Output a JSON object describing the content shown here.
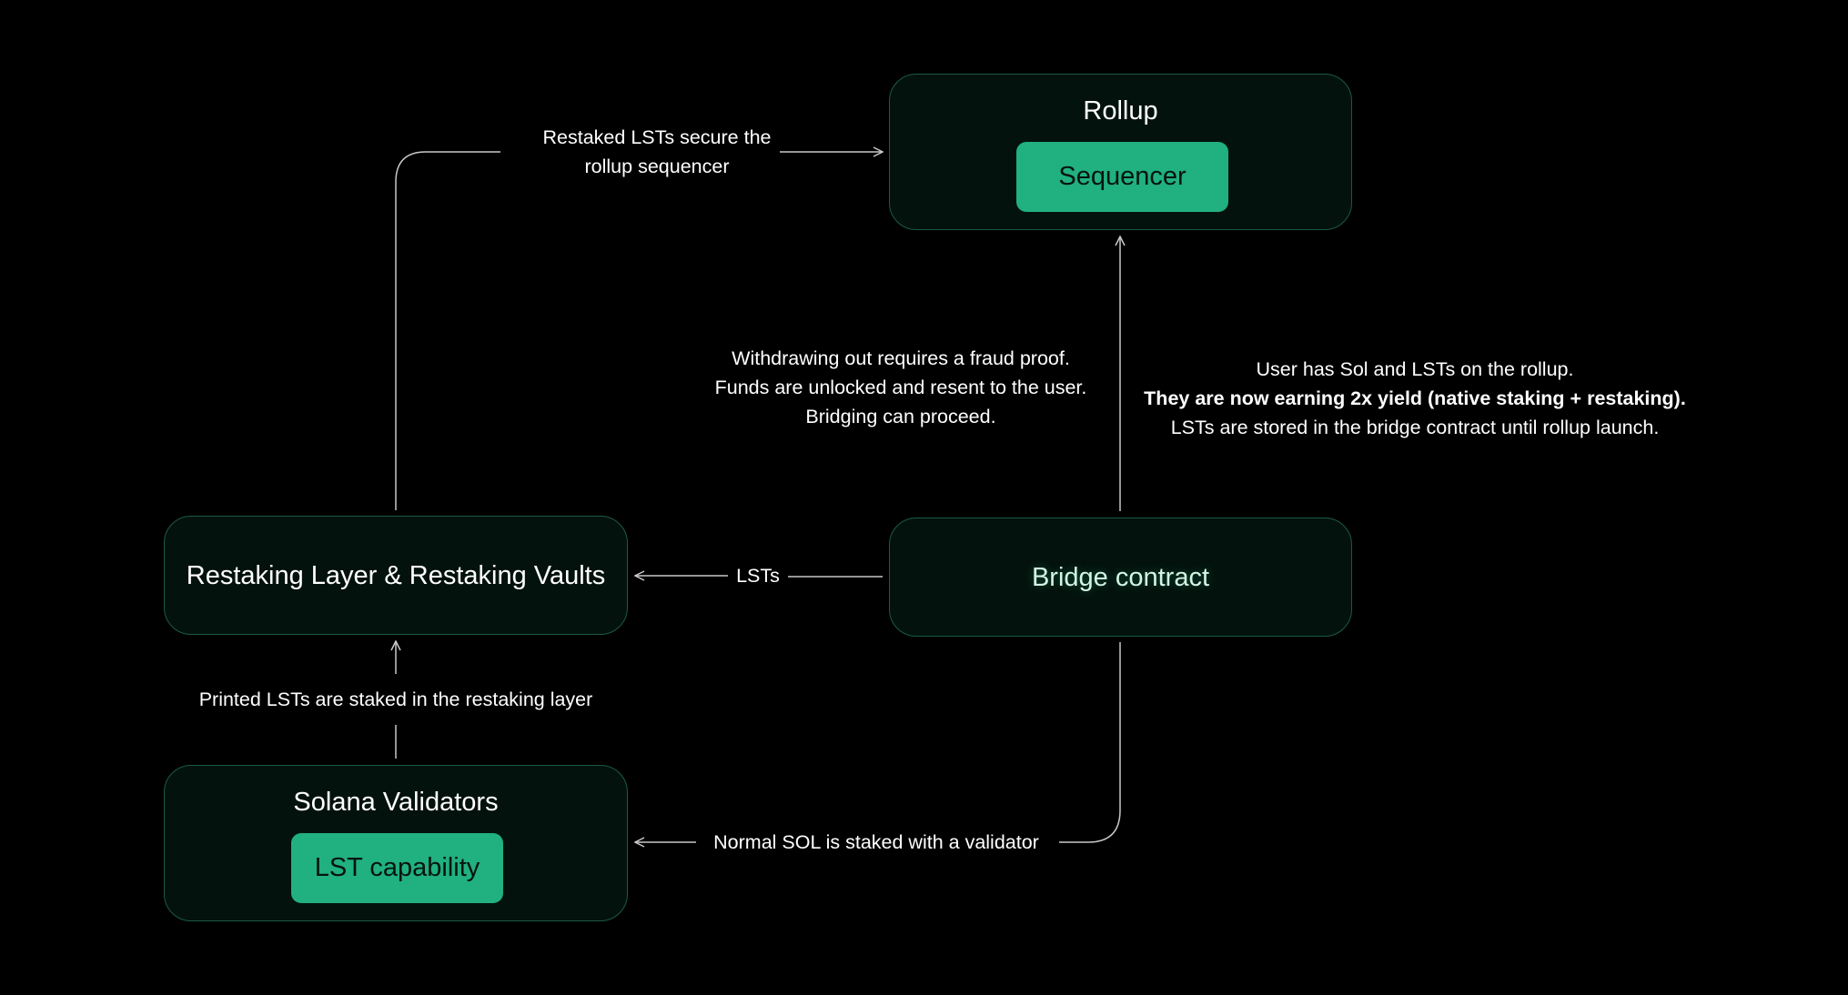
{
  "colors": {
    "background": "#000000",
    "box_fill": "#04120d",
    "box_border": "#1c5a43",
    "pill_fill": "#21b07f",
    "pill_text": "#06140f",
    "bridge_title": "#d2f5e4",
    "connector": "#c8c8c8"
  },
  "nodes": {
    "rollup": {
      "title": "Rollup",
      "inner": "Sequencer"
    },
    "restaking": {
      "title": "Restaking Layer & Restaking Vaults"
    },
    "bridge": {
      "title": "Bridge contract"
    },
    "validators": {
      "title": "Solana Validators",
      "inner": "LST capability"
    }
  },
  "edges": {
    "restaking_to_rollup": [
      "Restaked LSTs secure the",
      "rollup sequencer"
    ],
    "bridge_to_restaking": "LSTs",
    "validators_to_restaking": "Printed LSTs are staked in the restaking layer",
    "bridge_to_validators": "Normal SOL is staked with a validator"
  },
  "notes": {
    "withdraw": [
      "Withdrawing out requires a fraud proof.",
      "Funds are unlocked and resent to the user.",
      "Bridging can proceed."
    ],
    "yield": [
      "User has Sol and LSTs on the rollup.",
      "They are now earning 2x yield (native staking + restaking).",
      "LSTs are stored in the bridge contract until rollup launch."
    ]
  }
}
